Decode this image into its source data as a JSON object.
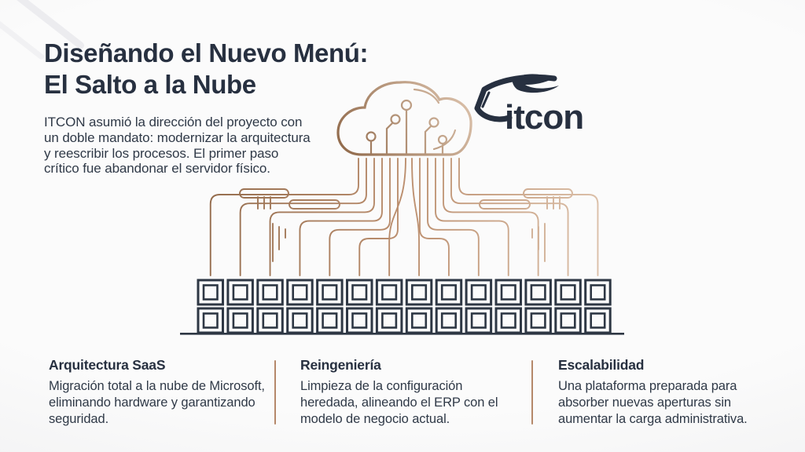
{
  "slide": {
    "title_lines": [
      "Diseñando el Nuevo Menú:",
      "El Salto a la Nube"
    ],
    "intro_lines": [
      "ITCON asumió la dirección del proyecto con",
      "un doble mandato: modernizar la arquitectura",
      "y reescribir los procesos. El primer paso",
      "crítico fue abandonar el servidor físico."
    ]
  },
  "logo": {
    "text": "itcon"
  },
  "columns": [
    {
      "heading": "Arquitectura SaaS",
      "body": "Migración total a la nube de Microsoft, eliminando hardware y garantizando seguridad."
    },
    {
      "heading": "Reingeniería",
      "body": "Limpieza de la configuración heredada, alineando el ERP con el modelo de negocio actual."
    },
    {
      "heading": "Escalabilidad",
      "body": "Una plataforma preparada para absorber nuevas aperturas sin aumentar la carga administrativa."
    }
  ],
  "illustration": {
    "name": "cloud-circuit-to-servers",
    "server_rows": 2,
    "servers_per_row": 14,
    "trace_count": 14,
    "colors": {
      "copper_dark": "#8f6849",
      "copper": "#bc8f6f",
      "copper_light": "#e0c7b1",
      "navy": "#2e3744"
    }
  },
  "theme": {
    "background": "#fafafa",
    "text": "#2c3543",
    "accent": "#b5886a"
  }
}
